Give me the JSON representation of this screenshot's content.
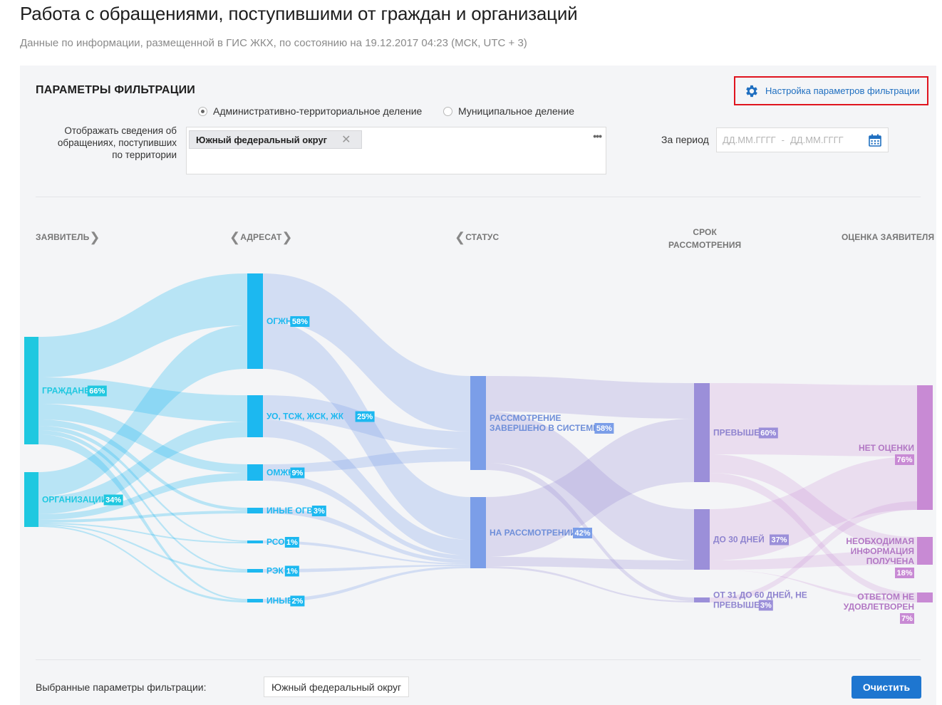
{
  "page": {
    "title": "Работа с обращениями, поступившими от граждан и организаций",
    "subtitle": "Данные по информации, размещенной в ГИС ЖКХ, по состоянию на 19.12.2017 04:23 (МСК, UTC + 3)"
  },
  "filters": {
    "heading": "ПАРАМЕТРЫ ФИЛЬТРАЦИИ",
    "settings_link": "Настройка параметров фильтрации",
    "division_options": [
      {
        "label": "Административно-территориальное деление",
        "selected": true
      },
      {
        "label": "Муниципальное деление",
        "selected": false
      }
    ],
    "territory_label": "Отображать сведения об обращениях, поступивших по территории",
    "territory_tag": "Южный федеральный округ",
    "territory_more": "•••",
    "period_label": "За период",
    "period_from_placeholder": "ДД.ММ.ГГГГ",
    "period_separator": "-",
    "period_to_placeholder": "ДД.ММ.ГГГГ"
  },
  "columns": {
    "applicant": "ЗАЯВИТЕЛЬ",
    "addressee": "АДРЕСАТ",
    "status": "СТАТУС",
    "term_line1": "СРОК",
    "term_line2": "РАССМОТРЕНИЯ",
    "rating": "ОЦЕНКА ЗАЯВИТЕЛЯ"
  },
  "colors": {
    "applicant": "#1fc8e0",
    "addressee": "#1cb8f0",
    "status": "#7b9ee8",
    "term": "#9b8fd9",
    "rating": "#c88ad4"
  },
  "chart_data": {
    "type": "sankey",
    "stages": [
      "ЗАЯВИТЕЛЬ",
      "АДРЕСАТ",
      "СТАТУС",
      "СРОК РАССМОТРЕНИЯ",
      "ОЦЕНКА ЗАЯВИТЕЛЯ"
    ],
    "nodes": [
      {
        "stage": 0,
        "label": "ГРАЖДАНЕ",
        "percent": "66%",
        "value": 66
      },
      {
        "stage": 0,
        "label": "ОРГАНИЗАЦИИ",
        "percent": "34%",
        "value": 34
      },
      {
        "stage": 1,
        "label": "ОГЖН",
        "percent": "58%",
        "value": 58
      },
      {
        "stage": 1,
        "label": "УО, ТСЖ, ЖСК, ЖК",
        "percent": "25%",
        "value": 25
      },
      {
        "stage": 1,
        "label": "ОМЖК",
        "percent": "9%",
        "value": 9
      },
      {
        "stage": 1,
        "label": "ИНЫЕ ОГВ",
        "percent": "3%",
        "value": 3
      },
      {
        "stage": 1,
        "label": "РСО",
        "percent": "1%",
        "value": 1
      },
      {
        "stage": 1,
        "label": "РЭК",
        "percent": "1%",
        "value": 1
      },
      {
        "stage": 1,
        "label": "ИНЫЕ",
        "percent": "2%",
        "value": 2
      },
      {
        "stage": 2,
        "label_lines": [
          "РАССМОТРЕНИЕ",
          "ЗАВЕРШЕНО В СИСТЕМЕ"
        ],
        "percent": "58%",
        "value": 58
      },
      {
        "stage": 2,
        "label": "НА РАССМОТРЕНИИ",
        "percent": "42%",
        "value": 42
      },
      {
        "stage": 3,
        "label": "ПРЕВЫШЕН",
        "percent": "60%",
        "value": 60
      },
      {
        "stage": 3,
        "label": "ДО 30 ДНЕЙ",
        "percent": "37%",
        "value": 37
      },
      {
        "stage": 3,
        "label_lines": [
          "ОТ 31 ДО 60 ДНЕЙ, НЕ",
          "ПРЕВЫШЕН"
        ],
        "percent": "3%",
        "value": 3
      },
      {
        "stage": 4,
        "label": "НЕТ ОЦЕНКИ",
        "percent": "76%",
        "value": 76
      },
      {
        "stage": 4,
        "label_lines": [
          "НЕОБХОДИМАЯ",
          "ИНФОРМАЦИЯ",
          "ПОЛУЧЕНА"
        ],
        "percent": "18%",
        "value": 18
      },
      {
        "stage": 4,
        "label_lines": [
          "ОТВЕТОМ НЕ",
          "УДОВЛЕТВОРЕН"
        ],
        "percent": "7%",
        "value": 7
      }
    ]
  },
  "footer": {
    "selected_label": "Выбранные параметры фильтрации:",
    "selected_chip": "Южный федеральный округ",
    "clear_button": "Очистить"
  }
}
